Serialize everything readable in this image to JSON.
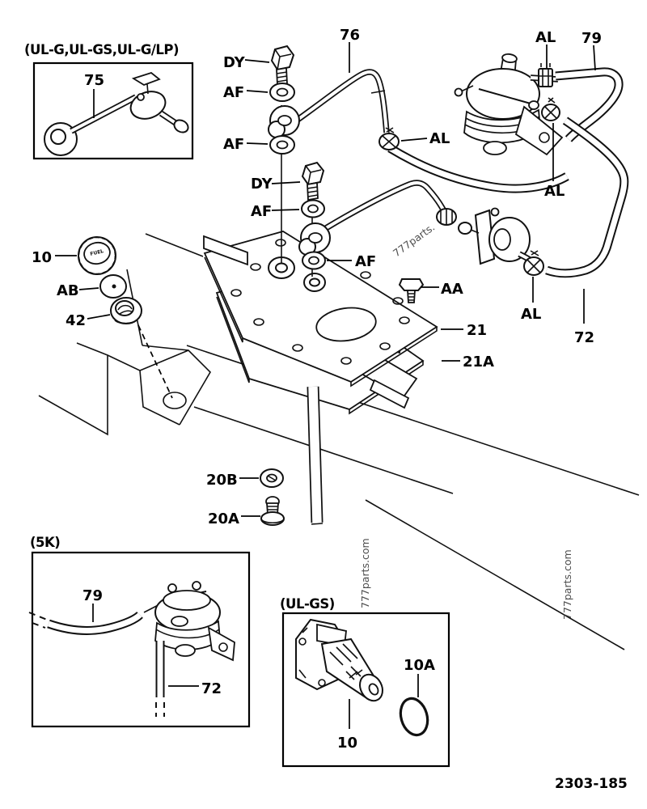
{
  "doc": {
    "number": "2303-185"
  },
  "inset_boxes": [
    {
      "id": "box-ulg",
      "title": "(UL-G,UL-GS,UL-G/LP)"
    },
    {
      "id": "box-5k",
      "title": "(5K)"
    },
    {
      "id": "box-ulgs",
      "title": "(UL-GS)"
    }
  ],
  "part_labels": [
    {
      "id": "label-75",
      "text": "75"
    },
    {
      "id": "label-dy-1",
      "text": "DY"
    },
    {
      "id": "label-76",
      "text": "76"
    },
    {
      "id": "label-af-1",
      "text": "AF"
    },
    {
      "id": "label-af-2",
      "text": "AF"
    },
    {
      "id": "label-al-1",
      "text": "AL"
    },
    {
      "id": "label-79-1",
      "text": "79"
    },
    {
      "id": "label-al-2",
      "text": "AL"
    },
    {
      "id": "label-dy-2",
      "text": "DY"
    },
    {
      "id": "label-af-3",
      "text": "AF"
    },
    {
      "id": "label-al-3",
      "text": "AL"
    },
    {
      "id": "label-10-1",
      "text": "10"
    },
    {
      "id": "label-af-4",
      "text": "AF"
    },
    {
      "id": "label-aa",
      "text": "AA"
    },
    {
      "id": "label-ab",
      "text": "AB"
    },
    {
      "id": "label-42",
      "text": "42"
    },
    {
      "id": "label-21",
      "text": "21"
    },
    {
      "id": "label-al-4",
      "text": "AL"
    },
    {
      "id": "label-21a",
      "text": "21A"
    },
    {
      "id": "label-72-1",
      "text": "72"
    },
    {
      "id": "label-20b",
      "text": "20B"
    },
    {
      "id": "label-20a",
      "text": "20A"
    },
    {
      "id": "label-79-2",
      "text": "79"
    },
    {
      "id": "label-72-2",
      "text": "72"
    },
    {
      "id": "label-10a",
      "text": "10A"
    },
    {
      "id": "label-10-2",
      "text": "10"
    }
  ],
  "cap_text": "FUEL",
  "watermarks": [
    {
      "id": "wm-diagonal",
      "text": "777parts."
    },
    {
      "id": "wm-vertical-1",
      "text": "777parts.com"
    },
    {
      "id": "wm-vertical-2",
      "text": "777parts.com"
    }
  ],
  "colors": {
    "ink": "#111111",
    "paper": "#ffffff",
    "watermark": "#3a3a3a"
  }
}
